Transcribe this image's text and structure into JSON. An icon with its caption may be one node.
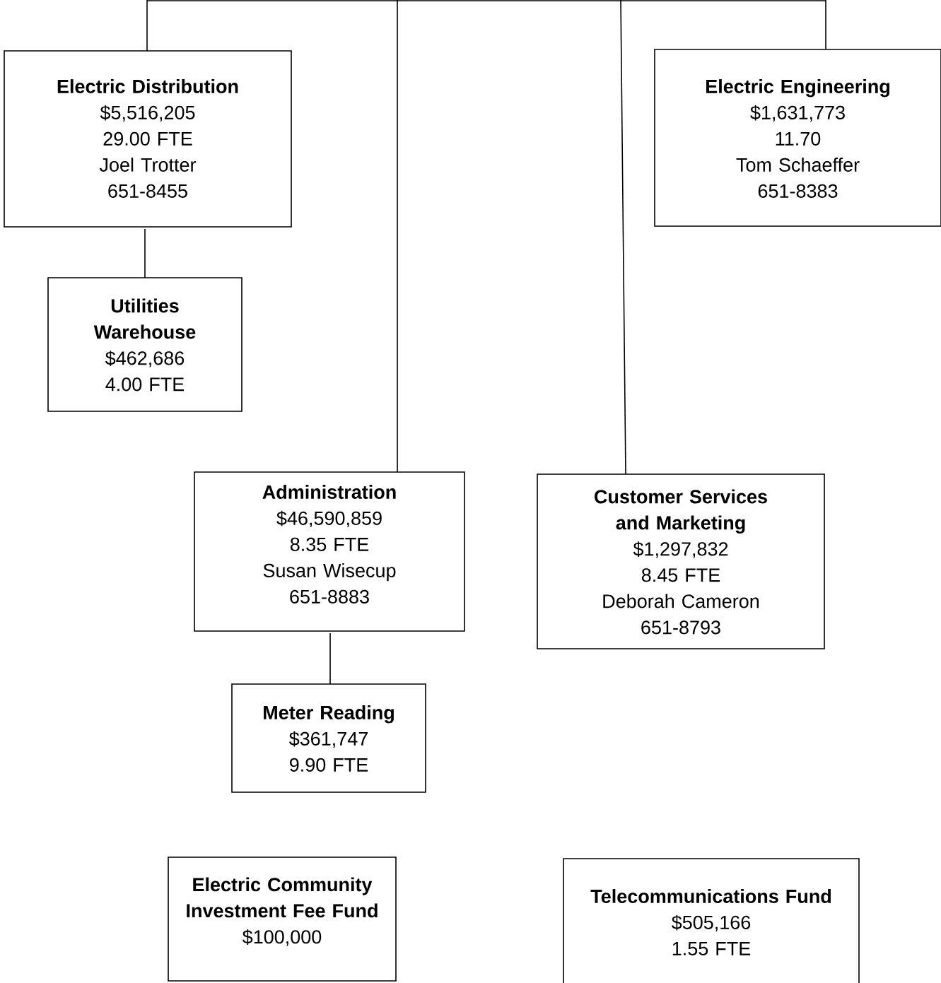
{
  "diagram": {
    "nodes": [
      {
        "text": [
          "Electric Distribution",
          "$5,516,205",
          "29.00 FTE",
          "Joel Trotter",
          "651-8455"
        ]
      },
      {
        "text": [
          "Electric Engineering",
          "$1,631,773",
          "11.70",
          "Tom Schaeffer",
          "651-8383"
        ]
      },
      {
        "text": [
          "Utilities Warehouse",
          "$462,686",
          "4.00 FTE"
        ]
      },
      {
        "text": [
          "Administration",
          "$46,590,859",
          "8.35 FTE",
          "Susan Wisecup",
          "651-8883"
        ]
      },
      {
        "text": [
          "Customer Services and Marketing",
          "$1,297,832",
          "8.45 FTE",
          "Deborah Cameron",
          "651-8793"
        ]
      },
      {
        "text": [
          "Meter Reading",
          "$361,747",
          "9.90 FTE"
        ]
      },
      {
        "text": [
          "Electric Community Investment Fee Fund",
          "$100,000"
        ]
      },
      {
        "text": [
          "Telecommunications Fund",
          "$505,166",
          "1.55 FTE"
        ]
      }
    ],
    "edges": [
      {
        "from": null,
        "to": 0,
        "arrow": "none"
      },
      {
        "from": null,
        "to": 3,
        "arrow": "none"
      },
      {
        "from": null,
        "to": 4,
        "arrow": "none"
      },
      {
        "from": null,
        "to": 1,
        "arrow": "none"
      },
      {
        "from": 0,
        "to": 2,
        "arrow": "none"
      },
      {
        "from": 3,
        "to": 5,
        "arrow": "none"
      }
    ]
  }
}
